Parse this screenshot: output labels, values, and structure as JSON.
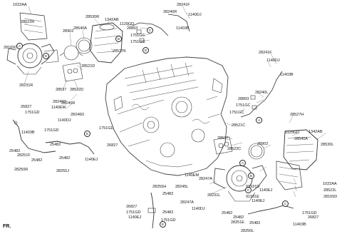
{
  "labels": {
    "l01": "1022AA",
    "l02": "28522R",
    "l03": "28165D",
    "l04": "28231R",
    "l05": "28530R",
    "l06": "1342AB",
    "l07": "1129GD",
    "l08": "28902",
    "l09": "28540A",
    "l10": "28527K",
    "l11": "28893",
    "l12": "1751GC",
    "l13": "1751GC",
    "l14": "28241F",
    "l15": "28240R",
    "l16": "1140DJ",
    "l17": "11403B",
    "l18": "28521D",
    "l19": "28537",
    "l20": "28522D",
    "l21": "28246D",
    "l22": "1140EM",
    "l23": "28245R",
    "l24": "28246D",
    "l25": "1140DJ",
    "l26": "28241F",
    "l27": "1140DJ",
    "l28": "11403B",
    "l29": "28240L",
    "l30": "28893",
    "l31": "1751GC",
    "l32": "1751GC",
    "l33": "28521C",
    "l34": "28527H",
    "l35": "1129GD",
    "l36": "1342AB",
    "l37": "28540A",
    "l38": "28530L",
    "l39": "28902",
    "l40": "28537",
    "l41": "28522C",
    "l42": "1140EM",
    "l43": "28247A",
    "l44": "28245L",
    "l45": "91931D",
    "l46": "1140EJ",
    "l47": "28231L",
    "l48": "91931E",
    "l49": "1140EJ",
    "l50": "28247A",
    "l51": "1140DJ",
    "l52": "1022AA",
    "l53": "28522L",
    "l54": "28165D",
    "l55": "26827",
    "l56": "1751GD",
    "l57": "11403B",
    "l58": "1751GD",
    "l59": "25482",
    "l60": "28251F",
    "l61": "25482",
    "l62": "28250R",
    "l63": "25482",
    "l64": "25482",
    "l65": "28255J",
    "l66": "1751GD",
    "l67": "26827",
    "l68": "1140EJ",
    "l69": "28255H",
    "l70": "25482",
    "l71": "26827",
    "l72": "1751GD",
    "l73": "1140EJ",
    "l74": "25482",
    "l75": "1751GD",
    "l76": "25482",
    "l77": "1751GD",
    "l78": "26827",
    "l79": "11403B",
    "l80": "25482",
    "l81": "28251E",
    "l82": "25482",
    "l83": "28250L"
  },
  "callouts": {
    "A": "A",
    "B": "B",
    "C": "C",
    "D": "D",
    "E": "E"
  },
  "direction": {
    "front": "FR."
  }
}
